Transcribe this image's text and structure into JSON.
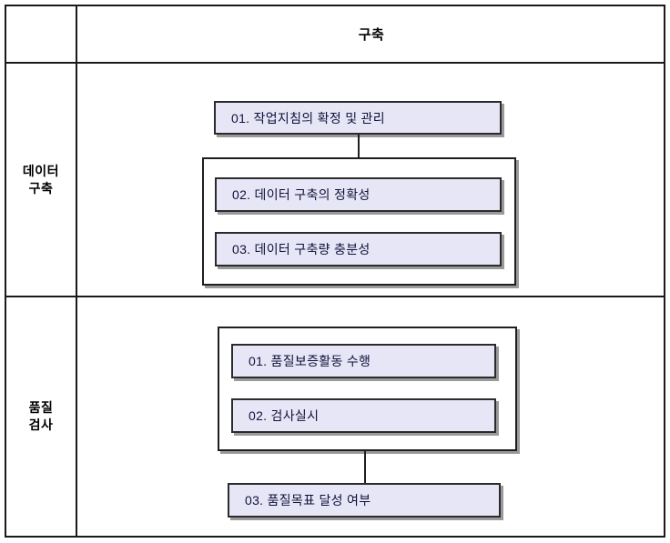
{
  "table": {
    "header": {
      "label_col": "",
      "title": "구축"
    },
    "rows": [
      {
        "label": "데이터\n구축",
        "label_line1": "데이터",
        "label_line2": "구축",
        "nodes": [
          {
            "id": "s1-01",
            "text": "01. 작업지침의 확정 및 관리"
          },
          {
            "id": "s1-02",
            "text": "02. 데이터 구축의 정확성"
          },
          {
            "id": "s1-03",
            "text": "03. 데이터 구축량 충분성"
          }
        ]
      },
      {
        "label": "품질\n검사",
        "label_line1": "품질",
        "label_line2": "검사",
        "nodes": [
          {
            "id": "s2-01",
            "text": "01. 품질보증활동 수행"
          },
          {
            "id": "s2-02",
            "text": "02. 검사실시"
          },
          {
            "id": "s2-03",
            "text": "03. 품질목표 달성 여부"
          }
        ]
      }
    ]
  },
  "colors": {
    "node_fill": "#e6e6f7",
    "node_border": "#2b2b2b",
    "node_shadow": "#9a9a9a",
    "table_border": "#1a1a1a",
    "text": "#11113a",
    "background": "#ffffff"
  }
}
